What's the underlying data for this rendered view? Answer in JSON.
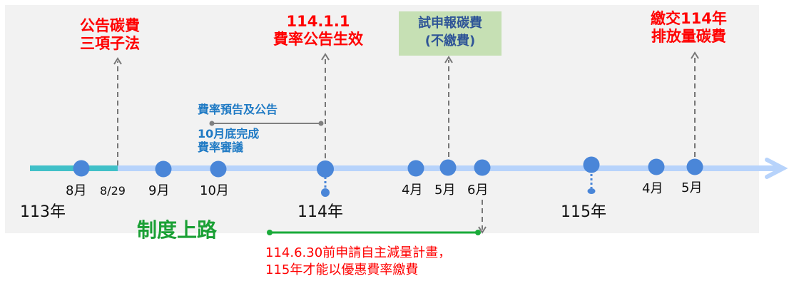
{
  "colors": {
    "red": "#ff0000",
    "blue": "#1f7ac4",
    "dot": "#4a86d8",
    "axis": "#b7d3fb",
    "teal": "#40c0c8",
    "green": "#1aab3a",
    "box": "#c6e0b4"
  },
  "events": {
    "law": [
      "公告碳費",
      "三項子法"
    ],
    "effective": [
      "114.1.1",
      "費率公告生效"
    ],
    "trial": [
      "試申報碳費",
      "(不繳費)"
    ],
    "pay": [
      "繳交114年",
      "排放量碳費"
    ]
  },
  "notes": {
    "announce": "費率預告及公告",
    "review": [
      "10月底完成",
      "費率審議"
    ]
  },
  "months": {
    "m8": "8月",
    "d829": "8/29",
    "m9": "9月",
    "m10": "10月",
    "m4a": "4月",
    "m5a": "5月",
    "m6": "6月",
    "m4b": "4月",
    "m5b": "5月"
  },
  "years": {
    "y113": "113年",
    "y114": "114年",
    "y115": "115年"
  },
  "system": "制度上路",
  "deadline": [
    "114.6.30前申請自主減量計畫，",
    "115年才能以優惠費率繳費"
  ]
}
